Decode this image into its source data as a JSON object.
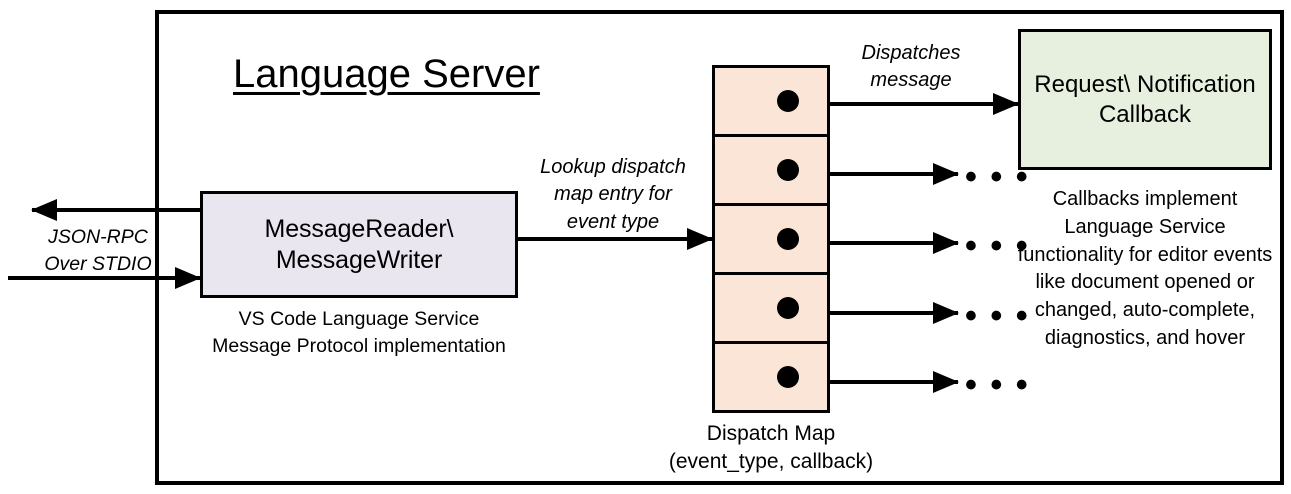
{
  "diagram": {
    "title": "Language Server",
    "nodes": {
      "message_rw": {
        "label": "MessageReader\\\nMessageWriter",
        "caption": "VS Code Language Service\nMessage Protocol implementation",
        "fill": "#EAE6F0"
      },
      "callback": {
        "label": "Request\\\nNotification\nCallback",
        "caption": "Callbacks implement Language Service functionality for editor events like document opened or changed, auto-complete, diagnostics, and hover",
        "fill": "#E7EFDF"
      },
      "dispatch_map": {
        "caption": "Dispatch Map\n(event_type, callback)",
        "fill": "#FBE5D6",
        "cell_count": 5,
        "cells": [
          {
            "index": 1,
            "has_dot": true,
            "target": "callback-box"
          },
          {
            "index": 2,
            "has_dot": true,
            "target": "ellipsis"
          },
          {
            "index": 3,
            "has_dot": true,
            "target": "ellipsis"
          },
          {
            "index": 4,
            "has_dot": true,
            "target": "ellipsis"
          },
          {
            "index": 5,
            "has_dot": true,
            "target": "ellipsis"
          }
        ]
      }
    },
    "edge_labels": {
      "jsonrpc": "JSON-RPC\nOver STDIO",
      "lookup": "Lookup dispatch\nmap entry for\nevent type",
      "dispatches": "Dispatches\nmessage"
    },
    "ellipsis_glyph": "• • •",
    "colors": {
      "stroke": "#000000",
      "background": "#FFFFFF",
      "message_rw_fill": "#EAE6F0",
      "callback_fill": "#E7EFDF",
      "dispatch_fill": "#FBE5D6"
    }
  }
}
